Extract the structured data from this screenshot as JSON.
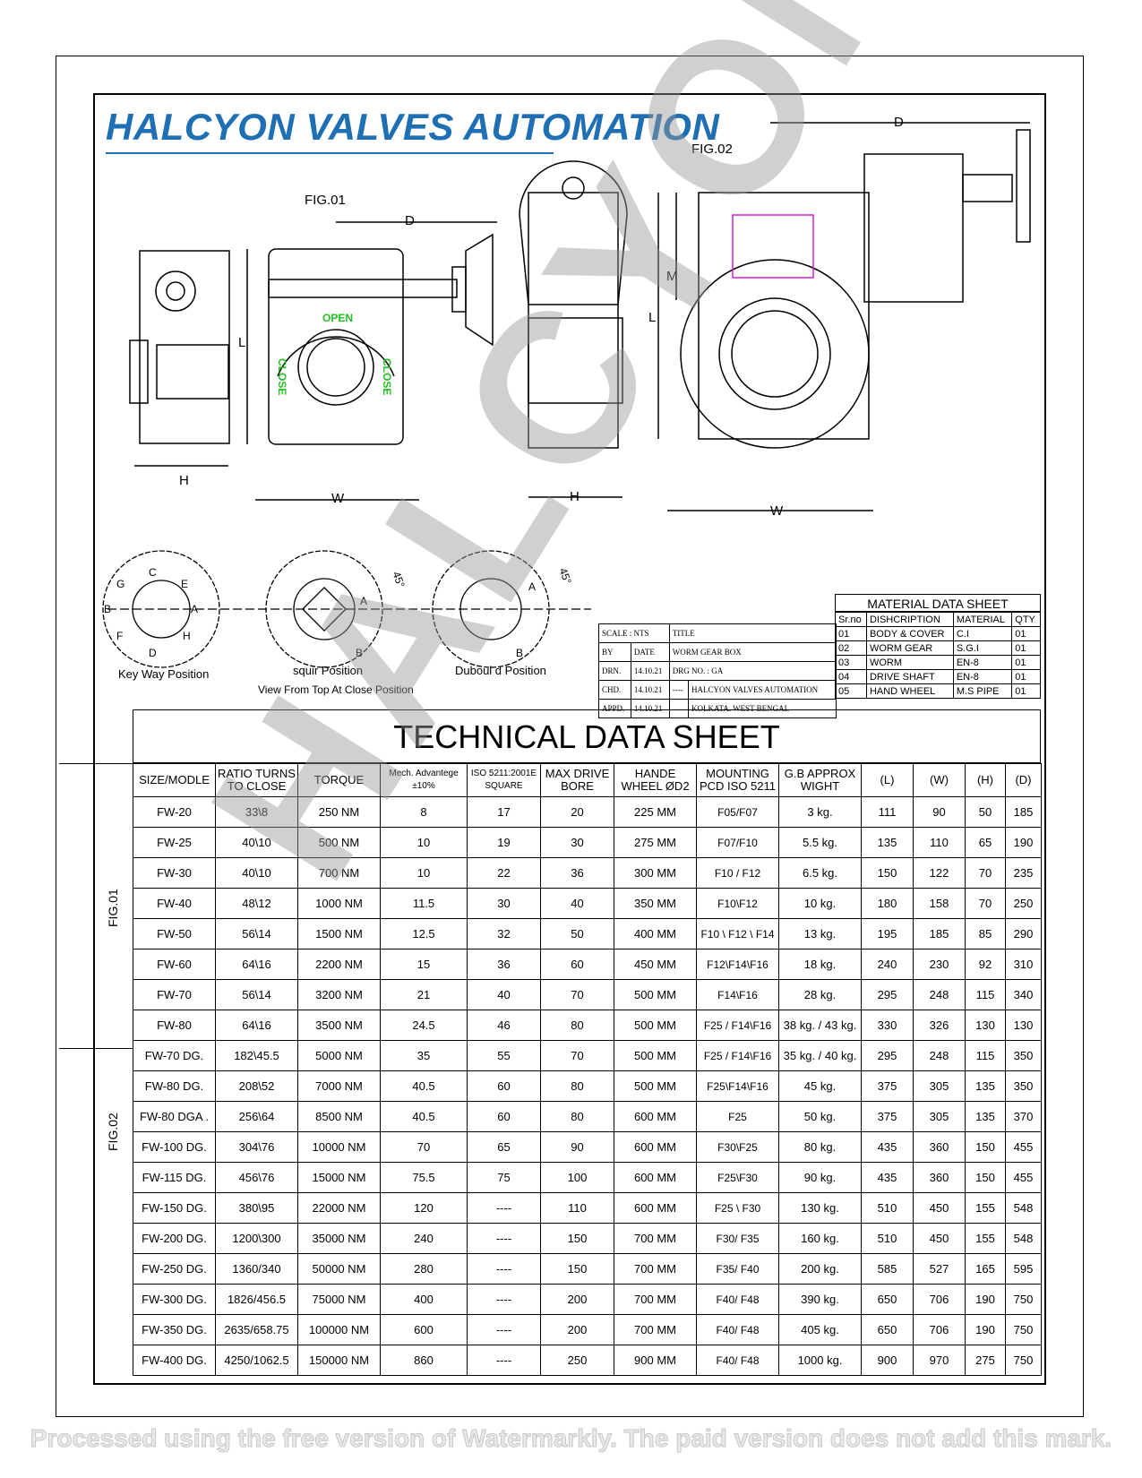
{
  "brand": "HALCYON VALVES AUTOMATION",
  "figures": {
    "fig01": "FIG.01",
    "fig02": "FIG.02",
    "dim_d": "D",
    "dim_l": "L",
    "dim_h": "H",
    "dim_w": "W",
    "dim_m": "M",
    "open": "OPEN",
    "close": "CLOSE"
  },
  "positions": {
    "keyway": "Key Way Position",
    "squir": "squir Position",
    "double": "Duboul d Position",
    "view_note": "View From Top At Close Position",
    "angle": "45°",
    "letters": [
      "A",
      "B",
      "C",
      "D",
      "E",
      "F",
      "G",
      "H"
    ]
  },
  "title_block": {
    "scale": "SCALE : NTS",
    "title": "TITLE",
    "by": "BY",
    "date": "DATE",
    "subject": "WORM GEAR BOX",
    "drn": "DRN.",
    "drn_date": "14.10.21",
    "drg_no": "DRG NO. : GA",
    "chd": "CHD.",
    "chd_date": "14.10.21",
    "dash": "----",
    "company": "HALCYON VALVES AUTOMATION",
    "location": "KOLKATA. WEST BENGAL",
    "appd": "APPD.",
    "appd_date": "14.10.21"
  },
  "material_sheet": {
    "title": "MATERIAL DATA SHEET",
    "headers": [
      "Sr.no",
      "DISHCRIPTION",
      "MATERIAL",
      "QTY"
    ],
    "rows": [
      [
        "01",
        "BODY & COVER",
        "C.I",
        "01"
      ],
      [
        "02",
        "WORM GEAR",
        "S.G.I",
        "01"
      ],
      [
        "03",
        "WORM",
        "EN-8",
        "01"
      ],
      [
        "04",
        "DRIVE SHAFT",
        "EN-8",
        "01"
      ],
      [
        "05",
        "HAND WHEEL",
        "M.S PIPE",
        "01"
      ]
    ]
  },
  "technical_sheet": {
    "title": "TECHNICAL DATA SHEET",
    "headers": [
      "SIZE/MODLE",
      "RATIO TURNS TO CLOSE",
      "TORQUE",
      "Mech. Advantege ±10%",
      "ISO 5211:2001E SQUARE",
      "MAX DRIVE BORE",
      "HANDE WHEEL ØD2",
      "MOUNTING PCD ISO 5211",
      "G.B APPROX WIGHT",
      "(L)",
      "(W)",
      "(H)",
      "(D)"
    ],
    "fig01_label": "FIG.01",
    "fig02_label": "FIG.02",
    "rows": [
      [
        "FW-20",
        "33\\8",
        "250 NM",
        "8",
        "17",
        "20",
        "225 MM",
        "F05/F07",
        "3 kg.",
        "111",
        "90",
        "50",
        "185"
      ],
      [
        "FW-25",
        "40\\10",
        "500 NM",
        "10",
        "19",
        "30",
        "275 MM",
        "F07/F10",
        "5.5 kg.",
        "135",
        "110",
        "65",
        "190"
      ],
      [
        "FW-30",
        "40\\10",
        "700 NM",
        "10",
        "22",
        "36",
        "300 MM",
        "F10 / F12",
        "6.5 kg.",
        "150",
        "122",
        "70",
        "235"
      ],
      [
        "FW-40",
        "48\\12",
        "1000 NM",
        "11.5",
        "30",
        "40",
        "350 MM",
        "F10\\F12",
        "10 kg.",
        "180",
        "158",
        "70",
        "250"
      ],
      [
        "FW-50",
        "56\\14",
        "1500 NM",
        "12.5",
        "32",
        "50",
        "400 MM",
        "F10 \\ F12 \\ F14",
        "13 kg.",
        "195",
        "185",
        "85",
        "290"
      ],
      [
        "FW-60",
        "64\\16",
        "2200 NM",
        "15",
        "36",
        "60",
        "450 MM",
        "F12\\F14\\F16",
        "18 kg.",
        "240",
        "230",
        "92",
        "310"
      ],
      [
        "FW-70",
        "56\\14",
        "3200 NM",
        "21",
        "40",
        "70",
        "500 MM",
        "F14\\F16",
        "28 kg.",
        "295",
        "248",
        "115",
        "340"
      ],
      [
        "FW-80",
        "64\\16",
        "3500 NM",
        "24.5",
        "46",
        "80",
        "500 MM",
        "F25 / F14\\F16",
        "38 kg. / 43 kg.",
        "330",
        "326",
        "130",
        "130"
      ],
      [
        "FW-70 DG.",
        "182\\45.5",
        "5000 NM",
        "35",
        "55",
        "70",
        "500 MM",
        "F25 / F14\\F16",
        "35 kg. / 40 kg.",
        "295",
        "248",
        "115",
        "350"
      ],
      [
        "FW-80 DG.",
        "208\\52",
        "7000 NM",
        "40.5",
        "60",
        "80",
        "500 MM",
        "F25\\F14\\F16",
        "45 kg.",
        "375",
        "305",
        "135",
        "350"
      ],
      [
        "FW-80 DGA .",
        "256\\64",
        "8500 NM",
        "40.5",
        "60",
        "80",
        "600 MM",
        "F25",
        "50 kg.",
        "375",
        "305",
        "135",
        "370"
      ],
      [
        "FW-100 DG.",
        "304\\76",
        "10000 NM",
        "70",
        "65",
        "90",
        "600 MM",
        "F30\\F25",
        "80 kg.",
        "435",
        "360",
        "150",
        "455"
      ],
      [
        "FW-115 DG.",
        "456\\76",
        "15000 NM",
        "75.5",
        "75",
        "100",
        "600 MM",
        "F25\\F30",
        "90 kg.",
        "435",
        "360",
        "150",
        "455"
      ],
      [
        "FW-150 DG.",
        "380\\95",
        "22000 NM",
        "120",
        "----",
        "110",
        "600 MM",
        "F25 \\ F30",
        "130 kg.",
        "510",
        "450",
        "155",
        "548"
      ],
      [
        "FW-200 DG.",
        "1200\\300",
        "35000 NM",
        "240",
        "----",
        "150",
        "700 MM",
        "F30/ F35",
        "160 kg.",
        "510",
        "450",
        "155",
        "548"
      ],
      [
        "FW-250 DG.",
        "1360/340",
        "50000 NM",
        "280",
        "----",
        "150",
        "700 MM",
        "F35/ F40",
        "200 kg.",
        "585",
        "527",
        "165",
        "595"
      ],
      [
        "FW-300 DG.",
        "1826/456.5",
        "75000 NM",
        "400",
        "----",
        "200",
        "700 MM",
        "F40/ F48",
        "390 kg.",
        "650",
        "706",
        "190",
        "750"
      ],
      [
        "FW-350 DG.",
        "2635/658.75",
        "100000 NM",
        "600",
        "----",
        "200",
        "700 MM",
        "F40/ F48",
        "405 kg.",
        "650",
        "706",
        "190",
        "750"
      ],
      [
        "FW-400 DG.",
        "4250/1062.5",
        "150000 NM",
        "860",
        "----",
        "250",
        "900 MM",
        "F40/ F48",
        "1000 kg.",
        "900",
        "970",
        "275",
        "750"
      ]
    ]
  },
  "watermark": "Processed using the free version of Watermarkly. The paid version does not add this mark.",
  "overlay": "HALCYON",
  "colors": {
    "brand": "#1f6fb5",
    "open_close": "#22c022",
    "magenta": "#d020d0"
  }
}
